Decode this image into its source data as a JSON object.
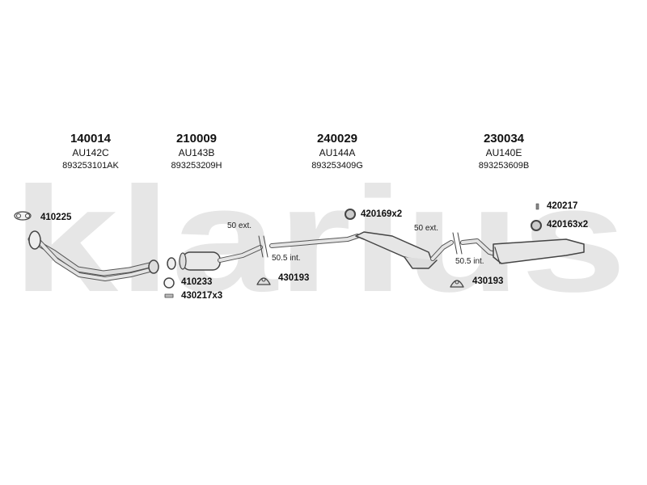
{
  "watermark": {
    "text": "klarius",
    "color": "#e6e6e6"
  },
  "sections": [
    {
      "part_number": "140014",
      "reference": "AU142C",
      "oem_number": "893253101AK"
    },
    {
      "part_number": "210009",
      "reference": "AU143B",
      "oem_number": "893253209H"
    },
    {
      "part_number": "240029",
      "reference": "AU144A",
      "oem_number": "893253409G"
    },
    {
      "part_number": "230034",
      "reference": "AU140E",
      "oem_number": "893253609B"
    }
  ],
  "fittings": {
    "f410225": "410225",
    "f410233": "410233",
    "f430217": "430217x3",
    "f430193a": "430193",
    "f420169": "420169x2",
    "f430193b": "430193",
    "f420217": "420217",
    "f420163": "420163x2"
  },
  "notes": {
    "ext1": "50 ext.",
    "int1": "50.5 int.",
    "ext2": "50 ext.",
    "int2": "50.5 int."
  }
}
